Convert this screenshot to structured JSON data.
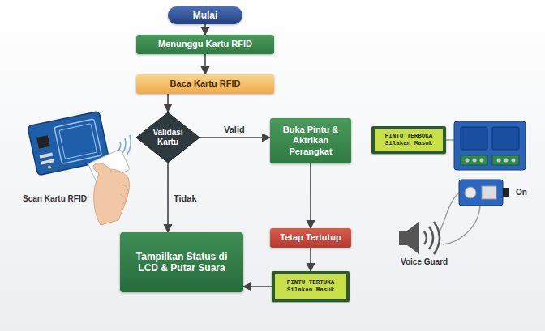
{
  "diagram": {
    "nodes": [
      {
        "text": [
          "Mulai"
        ]
      },
      {
        "text": [
          "Menunggu Kartu RFID"
        ]
      },
      {
        "text": [
          "Baca Kartu RFID"
        ]
      },
      {
        "text": [
          "Validasi Kartu"
        ]
      },
      {
        "text": [
          "Buka Pintu & Aktrikan Perangkat"
        ]
      },
      {
        "text": [
          "PINTU TERBUKA",
          "Silakan Masuk"
        ]
      },
      {
        "text": [
          "Tetap Tertutup"
        ]
      },
      {
        "text": [
          "Tampilkan Status di LCD & Putar Suara"
        ]
      },
      {
        "text": [
          "PINTU TERTUKA",
          "Silakan Masuk"
        ]
      }
    ],
    "edges": [
      {
        "from": 0,
        "to": 1,
        "arrow": "to"
      },
      {
        "from": 1,
        "to": 2,
        "arrow": "to"
      },
      {
        "from": 2,
        "to": 3,
        "arrow": "to"
      },
      {
        "from": 3,
        "to": 4,
        "label": "Valid",
        "arrow": "to"
      },
      {
        "from": 3,
        "to": 7,
        "label": "Tidak",
        "arrow": "to"
      },
      {
        "from": 4,
        "to": 6,
        "arrow": "to"
      },
      {
        "from": 6,
        "to": 8,
        "arrow": "to"
      },
      {
        "from": 8,
        "to": 7,
        "arrow": "to"
      }
    ],
    "labels": [
      "Scan Kartu RFID",
      "Voice Guard",
      "On"
    ]
  }
}
